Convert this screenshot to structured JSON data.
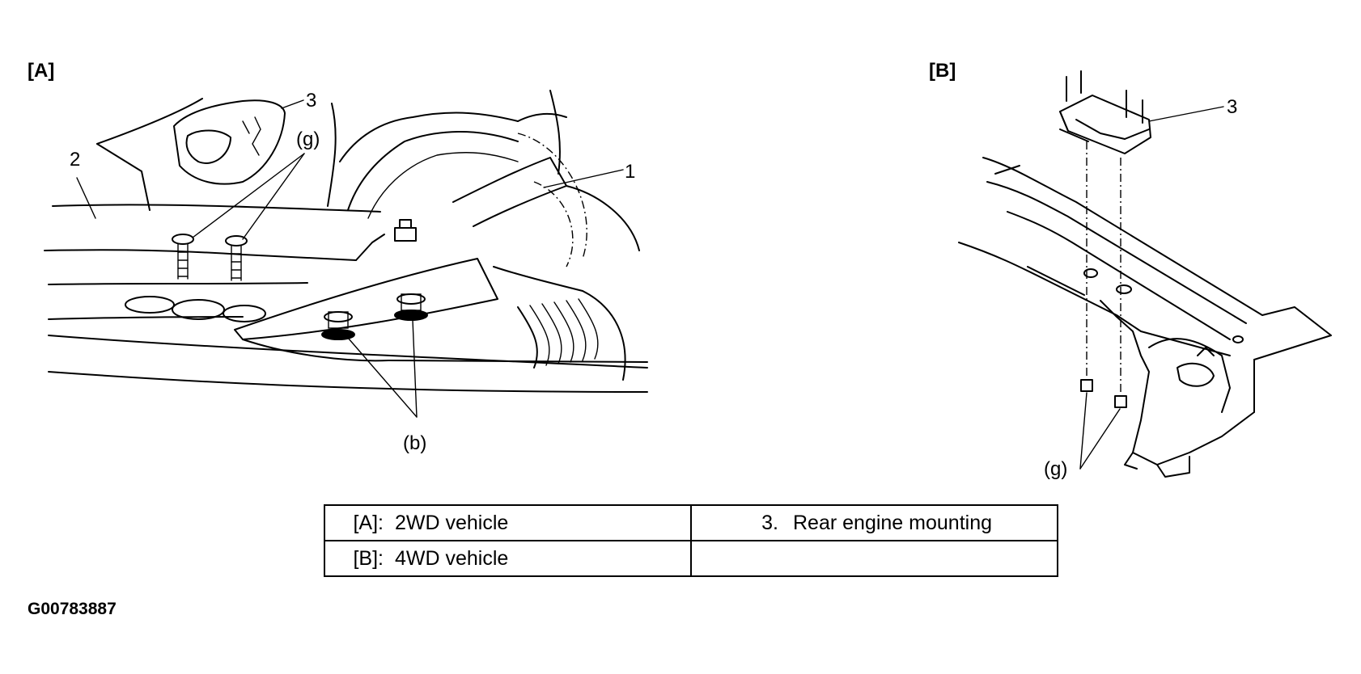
{
  "panels": {
    "a": {
      "label": "[A]"
    },
    "b": {
      "label": "[B]"
    }
  },
  "callouts": {
    "a_1": "1",
    "a_2": "2",
    "a_3": "3",
    "a_g": "(g)",
    "a_b": "(b)",
    "b_3": "3",
    "b_g": "(g)"
  },
  "legend": {
    "rows": [
      {
        "key": "[A]:",
        "value": "2WD vehicle",
        "num": "3.",
        "desc": "Rear engine mounting"
      },
      {
        "key": "[B]:",
        "value": "4WD vehicle",
        "num": "",
        "desc": ""
      }
    ]
  },
  "figure_id": "G00783887"
}
